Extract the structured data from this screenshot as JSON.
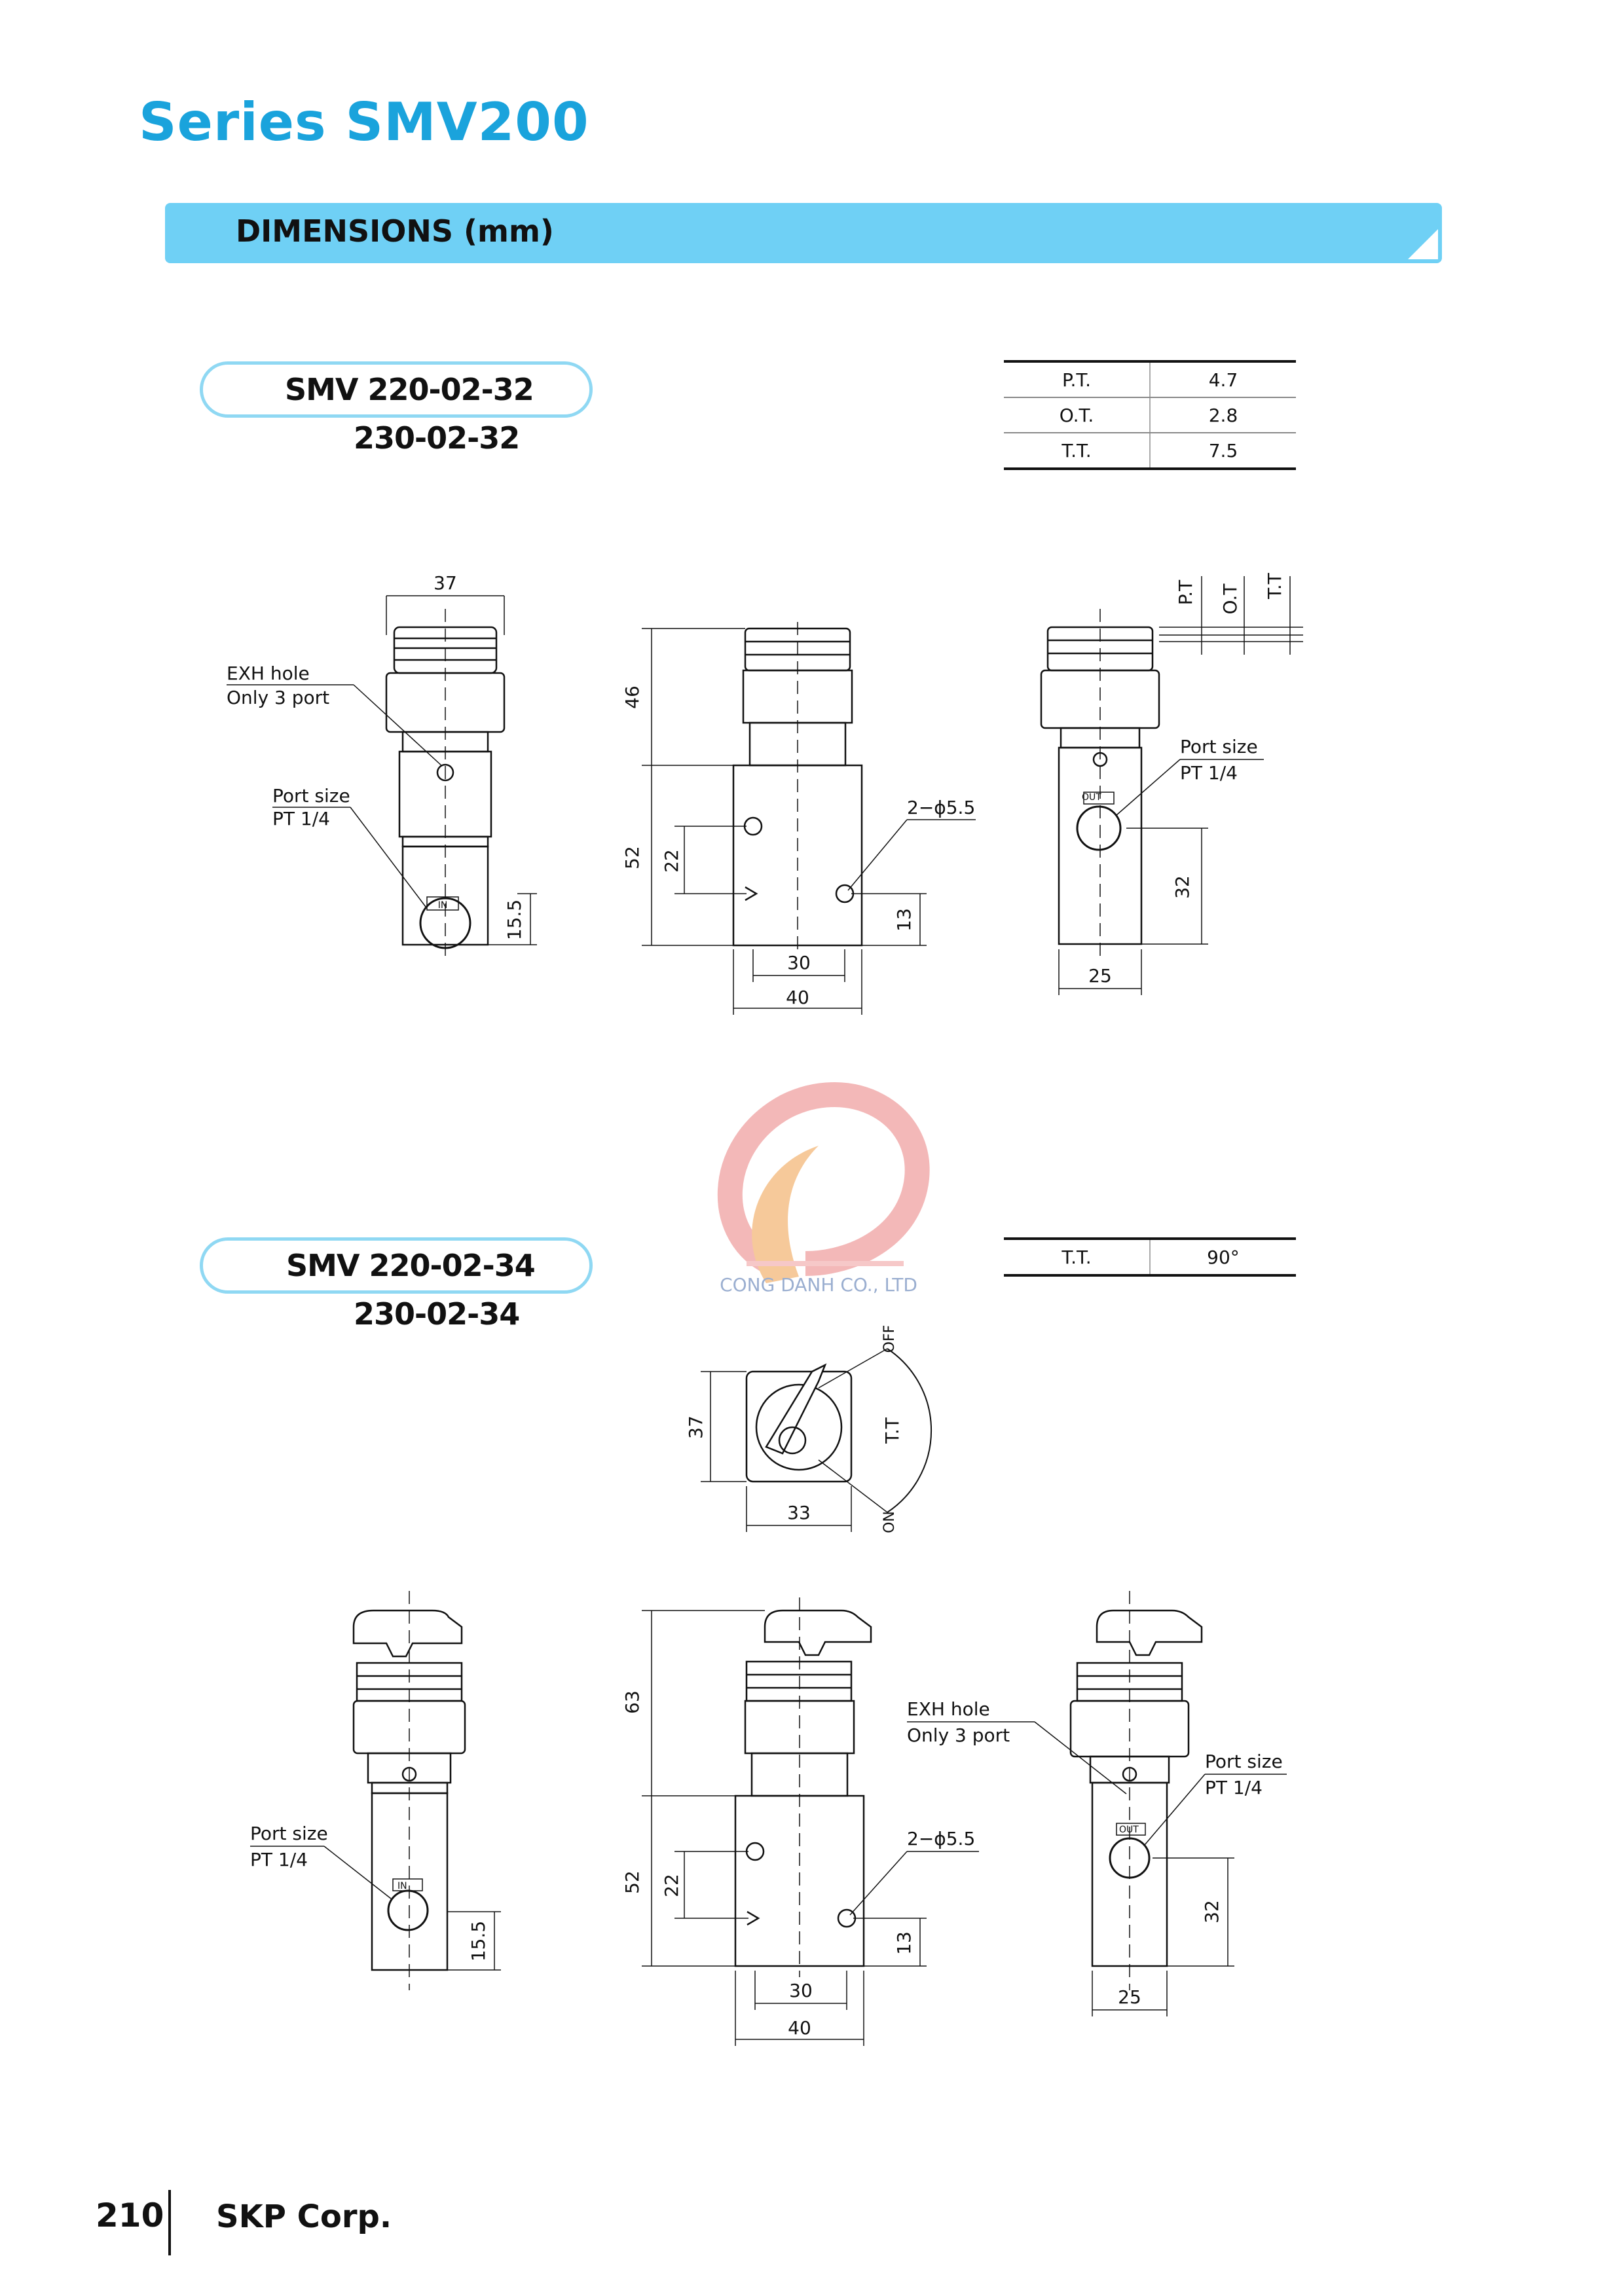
{
  "header": {
    "series_title": "Series SMV200",
    "section_label": "DIMENSIONS (mm)"
  },
  "model1": {
    "line1": "SMV 220-02-32",
    "line2": "230-02-32"
  },
  "spec1": [
    {
      "label": "P.T.",
      "value": "4.7"
    },
    {
      "label": "O.T.",
      "value": "2.8"
    },
    {
      "label": "T.T.",
      "value": "7.5"
    }
  ],
  "model2": {
    "line1": "SMV 220-02-34",
    "line2": "230-02-34"
  },
  "spec2": [
    {
      "label": "T.T.",
      "value": "90°"
    }
  ],
  "watermark": {
    "text": "CONG DANH CO., LTD"
  },
  "drawing1": {
    "front_width": "37",
    "exh_l1": "EXH hole",
    "exh_l2": "Only 3 port",
    "port_l1": "Port size",
    "port_l2": "PT 1/4",
    "in_label": "IN",
    "dim_15_5": "15.5",
    "side_46": "46",
    "side_52": "52",
    "side_22": "22",
    "side_13": "13",
    "side_30": "30",
    "side_40": "40",
    "holes": "2−ϕ5.5",
    "pt": "P.T",
    "ot": "O.T",
    "tt": "T.T",
    "out_label": "OUT",
    "dim_32": "32",
    "dim_25": "25"
  },
  "drawing2": {
    "top_37": "37",
    "top_33": "33",
    "off": "OFF",
    "on": "ON",
    "tt": "T.T",
    "port_l1": "Port size",
    "port_l2": "PT 1/4",
    "in_label": "IN",
    "dim_15_5": "15.5",
    "side_63": "63",
    "side_52": "52",
    "side_22": "22",
    "side_13": "13",
    "side_30": "30",
    "side_40": "40",
    "holes": "2−ϕ5.5",
    "exh_l1": "EXH hole",
    "exh_l2": "Only 3 port",
    "out_label": "OUT",
    "dim_32": "32",
    "dim_25": "25"
  },
  "footer": {
    "page": "210",
    "company": "SKP Corp."
  }
}
